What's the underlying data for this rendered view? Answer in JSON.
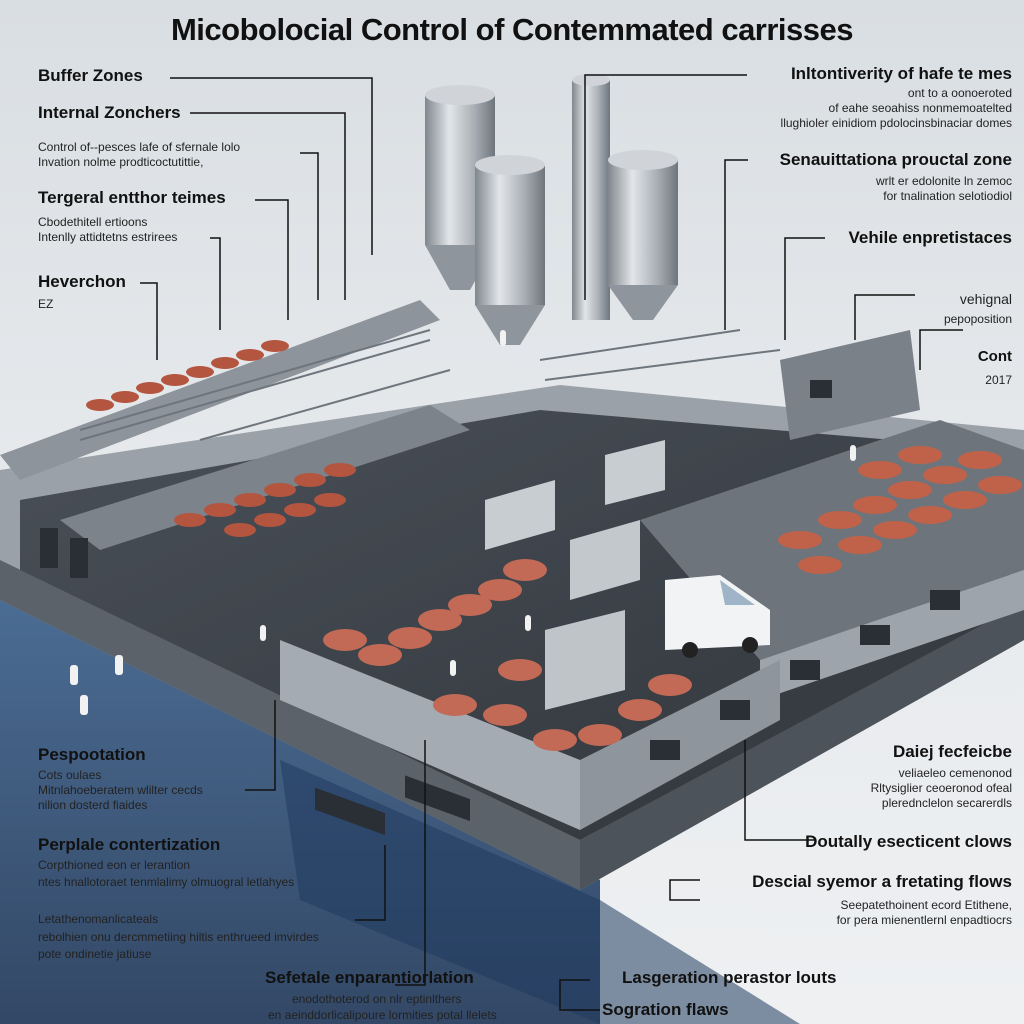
{
  "title": "Micobolocial Control of Contemmated carrisses",
  "left_top": {
    "buffer_zones": "Buffer Zones",
    "internal_zonchers": "Internal Zonchers",
    "control_line1": "Control of--pesces lafe of sfernale lolo",
    "control_line2": "Invation nolme prodticoctutittie,",
    "tergeral_heading": "Tergeral entthor teimes",
    "tergeral_line1": "Cbodethitell ertioons",
    "tergeral_line2": "Intenlly attidtetns estrirees",
    "heverchon_heading": "Heverchon",
    "heverchon_sub": "EZ"
  },
  "right_top": {
    "heading1": "Inltontiverity of hafe te mes",
    "h1_line1": "ont to a oonoeroted",
    "h1_line2": "of eahe seoahiss nonmemoatelted",
    "h1_line3": "llughioler einidiom pdolocinsbinaciar domes",
    "heading2": "Senauittationa prouctal zone",
    "h2_line1": "wrlt er edolonite ln zemoc",
    "h2_line2": "for tnalination selotiodiol",
    "heading3": "Vehile enpretistaces",
    "vehignal": "vehignal",
    "pepoposition": "pepoposition",
    "cont": "Cont",
    "year": "2017"
  },
  "left_bottom": {
    "pespo_heading": "Pespootation",
    "pespo_line1": "Cots oulaes",
    "pespo_line2": "Mitnlahoeberatem wlilter cecds",
    "pespo_line3": "nilion dosterd fiaides",
    "perplale_heading": "Perplale contertization",
    "perplale_line1": "Corpthioned eon er lerantion",
    "perplale_line2": "ntes hnallotoraet tenmlalimy olmuogral letlahyes",
    "leta_line1": "Letathenomanlicateals",
    "leta_line2": "rebolhien onu dercmmetiing hiltis enthrueed imvirdes",
    "leta_line3": "pote ondinetie jatiuse",
    "sefetale": "Sefetale enparantiorlation",
    "sefetale_line1": "enodothoterod on nlr eptinlthers",
    "sefetale_line2": "en aeinddorlicalipoure lormities potal llelets"
  },
  "right_bottom": {
    "daiej_heading": "Daiej fecfeicbe",
    "daiej_line1": "veliaeleo cemenonod",
    "daiej_line2": "Rltysiglier ceoeronod ofeal",
    "daiej_line3": "plerednclelon secarerdls",
    "doutally": "Doutally esecticent clows",
    "descial": "Descial syemor a fretating flows",
    "descial_line1": "Seepatethoinent ecord Etithene,",
    "descial_line2": "for pera mienentlernl enpadtiocrs",
    "lasgeration": "Lasgeration perastor louts",
    "sogration": "Sogration flaws"
  },
  "colors": {
    "wall": "#8d949c",
    "floor": "#3d434a",
    "meat": "#b4553f",
    "silo": "#b9bec3",
    "water": "#2f5580"
  }
}
